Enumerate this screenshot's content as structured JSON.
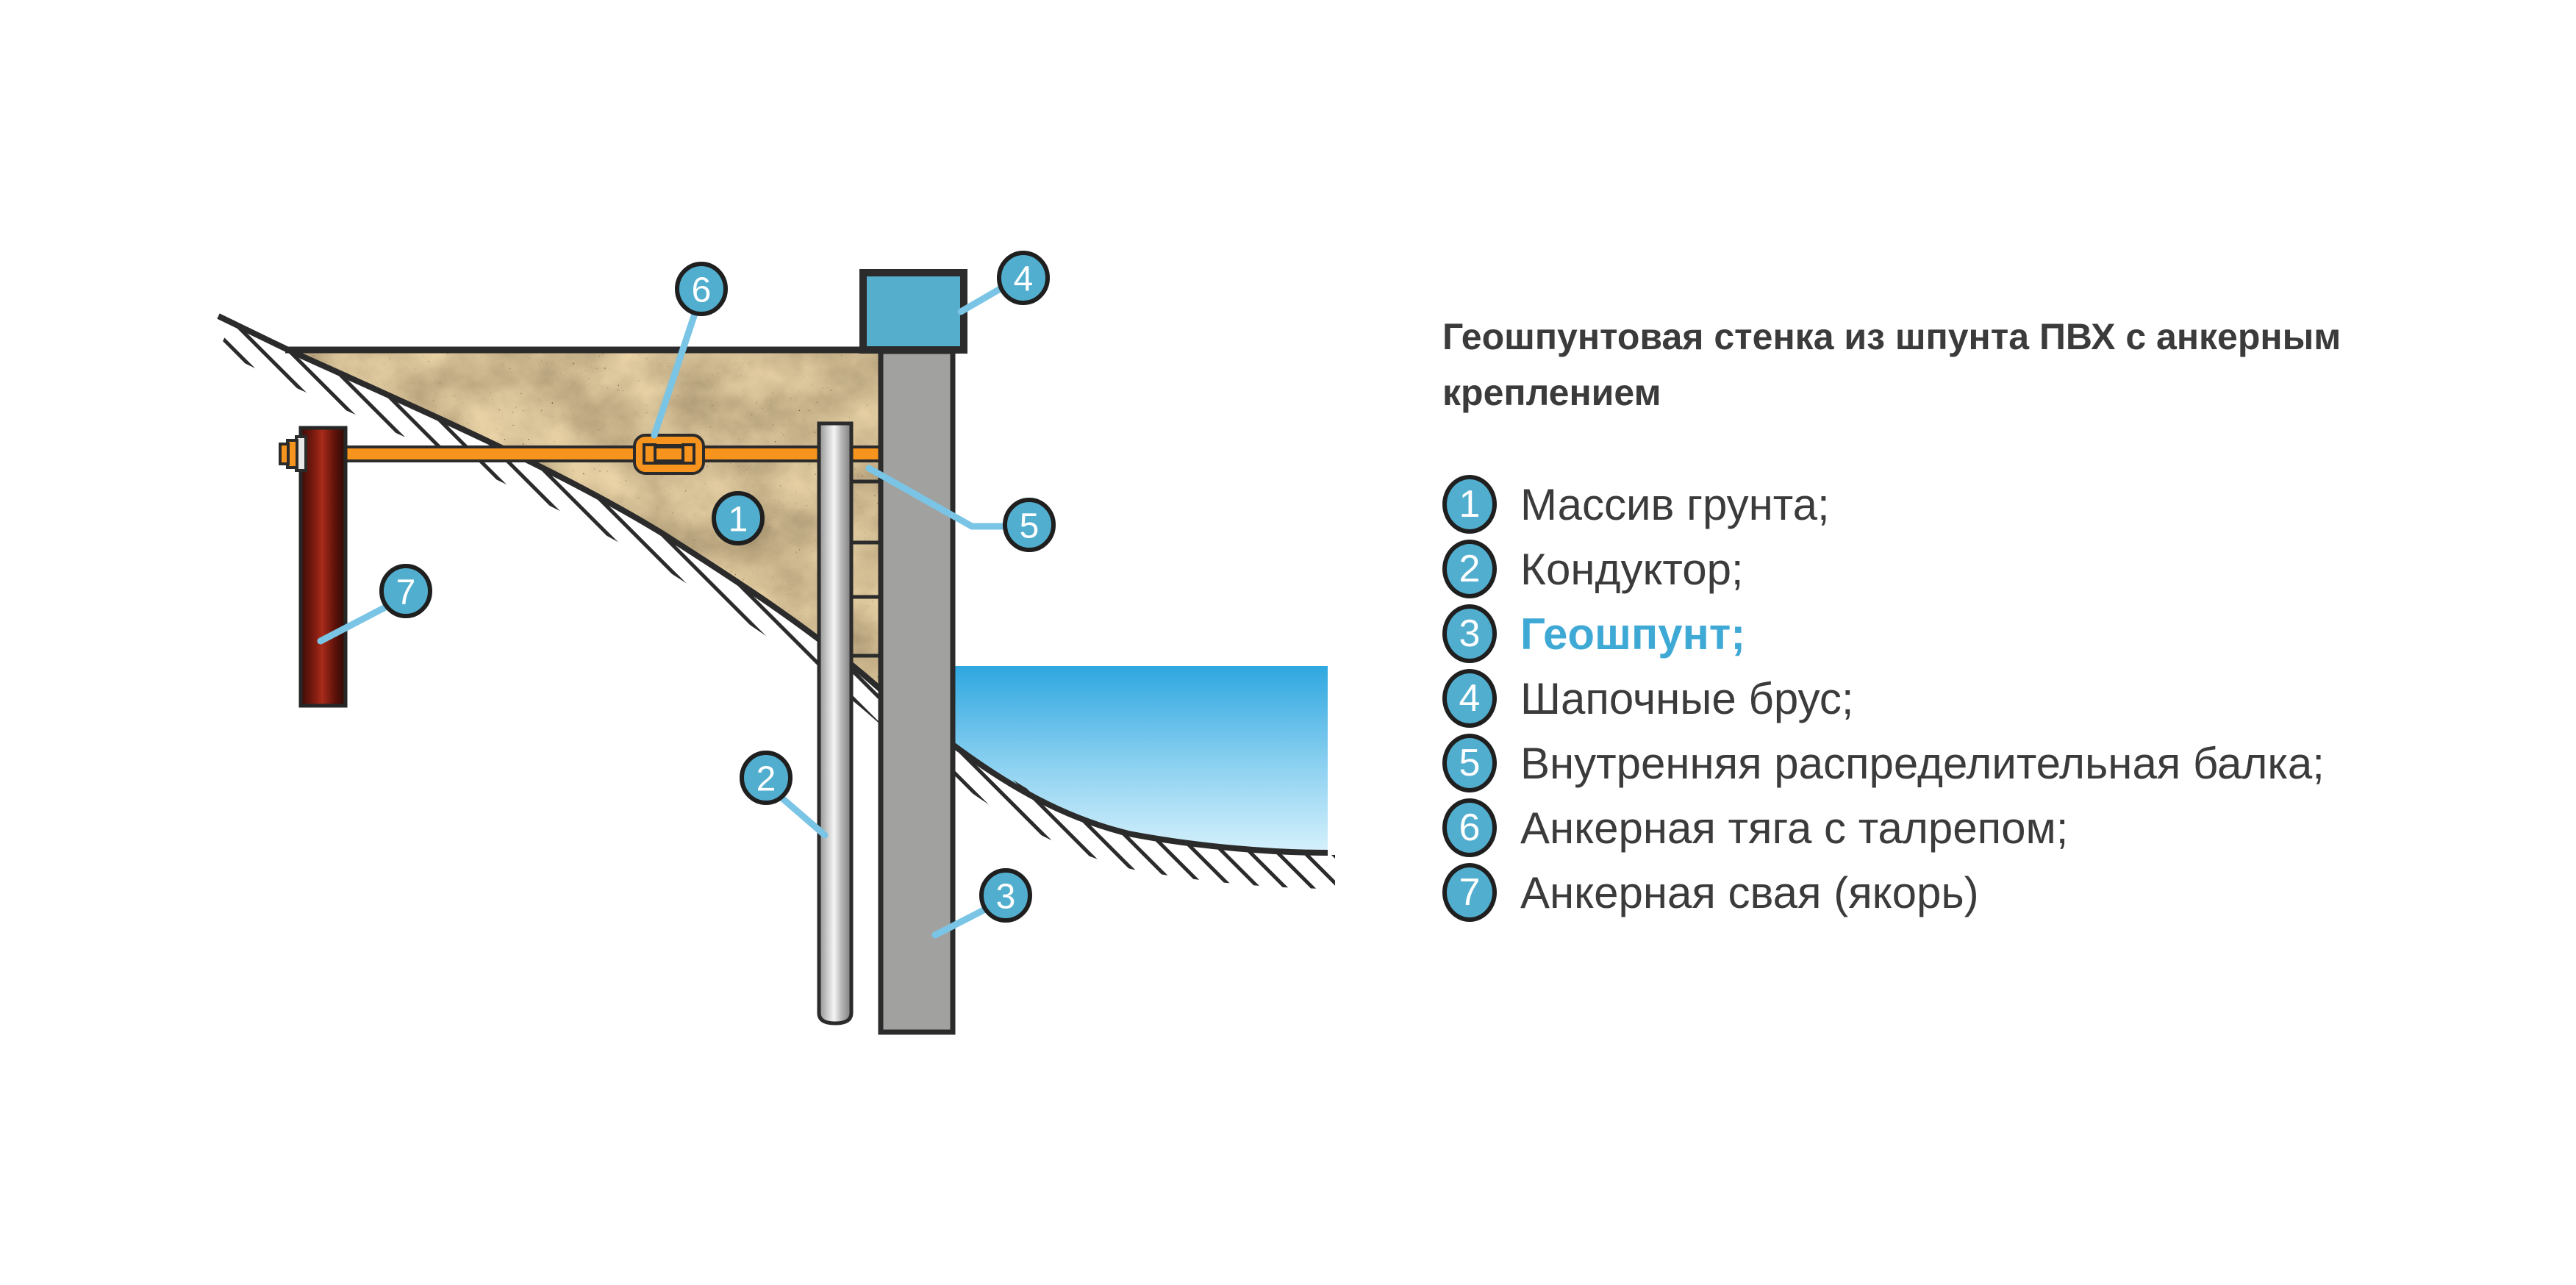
{
  "legend": {
    "title": "Геошпунтовая стенка из шпунта ПВХ с анкерным креплением",
    "title_lines": [
      "Геошпунтовая стенка из шпунта ПВХ с анкерным",
      "креплением"
    ],
    "items": [
      {
        "num": "1",
        "label": "Массив грунта;",
        "highlighted": false
      },
      {
        "num": "2",
        "label": "Кондуктор;",
        "highlighted": false
      },
      {
        "num": "3",
        "label": "Геошпунт;",
        "highlighted": true
      },
      {
        "num": "4",
        "label": "Шапочные брус;",
        "highlighted": false
      },
      {
        "num": "5",
        "label": "Внутренняя распределительная балка;",
        "highlighted": false
      },
      {
        "num": "6",
        "label": "Анкерная тяга с талрепом;",
        "highlighted": false
      },
      {
        "num": "7",
        "label": "Анкерная свая (якорь)",
        "highlighted": false
      }
    ]
  },
  "callouts": [
    "1",
    "2",
    "3",
    "4",
    "5",
    "6",
    "7"
  ],
  "colors": {
    "callout_fill": "#52aece",
    "callout_border": "#1f1f1f",
    "leader_blue": "#7ac5e5",
    "highlight_text": "#3fa9d5",
    "text_dark": "#3b3b3b",
    "water_top": "#2ea7e0",
    "water_bottom": "#d6f1fc",
    "wall_gray": "#a1a1a0",
    "cap_blue": "#55aecb",
    "anchor_orange": "#f7941e",
    "anchor_pile_red": "#a82b1b",
    "soil_brown": "#7a6142",
    "outline_dark": "#2b2b2b"
  }
}
